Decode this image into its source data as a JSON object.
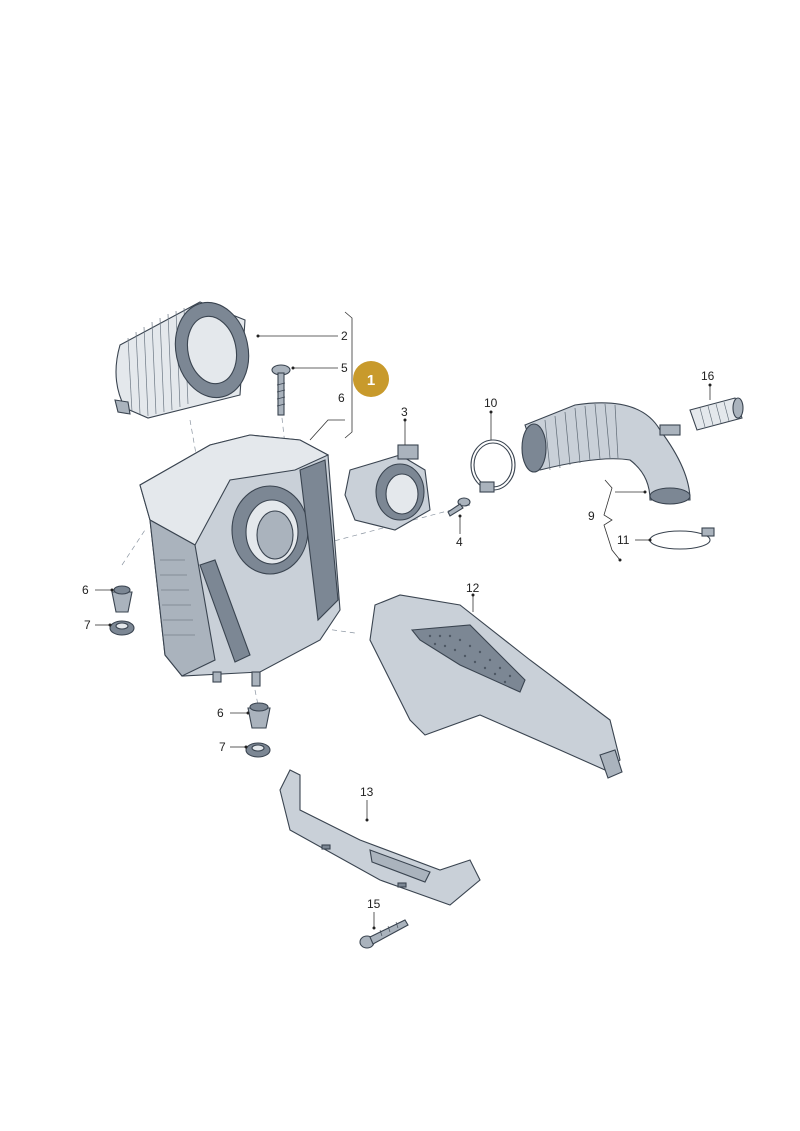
{
  "callout": {
    "label": "1",
    "color": "#c89a2c"
  },
  "labels": {
    "p2": "2",
    "p3": "3",
    "p4": "4",
    "p5": "5",
    "p6a": "6",
    "p6b": "6",
    "p6c": "6",
    "p7a": "7",
    "p7b": "7",
    "p9": "9",
    "p10": "10",
    "p11": "11",
    "p12": "12",
    "p13": "13",
    "p15": "15",
    "p16": "16"
  },
  "colors": {
    "part_fill": "#c9d0d8",
    "part_outline": "#3a4450",
    "background": "#ffffff"
  }
}
